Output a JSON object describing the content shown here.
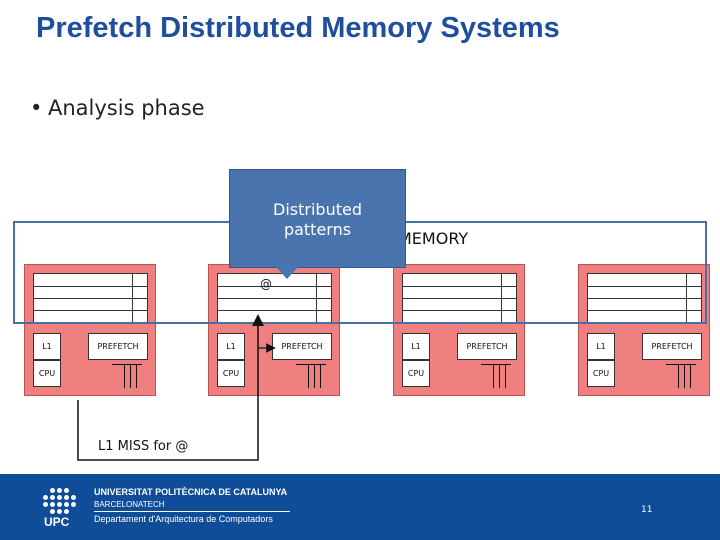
{
  "slide": {
    "title": "Prefetch Distributed Memory Systems",
    "bullet": "Analysis phase",
    "bullet_marker": "•"
  },
  "diagram": {
    "memory_label": "MEMORY",
    "callout": {
      "line1": "Distributed",
      "line2": "patterns"
    },
    "address_label": "@",
    "miss_label": "L1 MISS for @",
    "nodes": [
      {
        "l1": "L1",
        "prefetch": "PREFETCH",
        "cpu": "CPU"
      },
      {
        "l1": "L1",
        "prefetch": "PREFETCH",
        "cpu": "CPU"
      },
      {
        "l1": "L1",
        "prefetch": "PREFETCH",
        "cpu": "CPU"
      },
      {
        "l1": "L1",
        "prefetch": "PREFETCH",
        "cpu": "CPU"
      }
    ]
  },
  "footer": {
    "logo_text": "UPC",
    "university": "UNIVERSITAT POLITÈCNICA DE CATALUNYA",
    "campus": "BARCELONATECH",
    "department": "Departament d'Arquitectura de Computadors",
    "page_number": "11"
  },
  "colors": {
    "title": "#1f4e9e",
    "node_fill": "#f08080",
    "callout_fill": "#4a74ad",
    "memory_border": "#4a6fa5",
    "footer_bg": "#0f4d99"
  }
}
